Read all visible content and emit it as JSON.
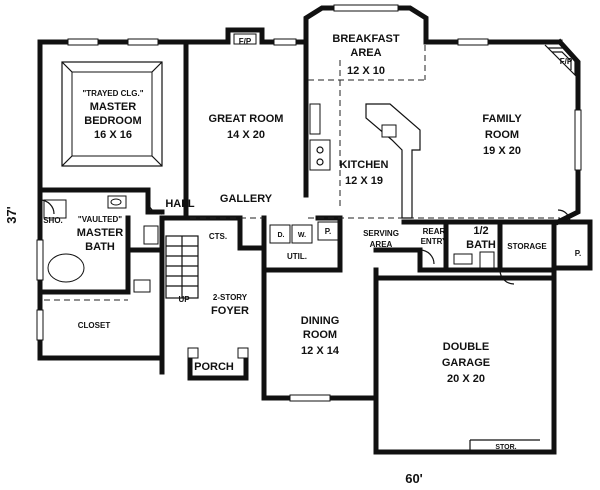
{
  "rooms": {
    "breakfast": {
      "line1": "BREAKFAST",
      "line2": "AREA",
      "dim": "12 X 10"
    },
    "fp_top": "F/P",
    "fp_family": "F/P",
    "master": {
      "note": "\"TRAYED CLG.\"",
      "line1": "MASTER",
      "line2": "BEDROOM",
      "dim": "16 X 16"
    },
    "great": {
      "line1": "GREAT ROOM",
      "dim": "14 X 20"
    },
    "family": {
      "line1": "FAMILY",
      "line2": "ROOM",
      "dim": "19 X 20"
    },
    "kitchen": {
      "line1": "KITCHEN",
      "dim": "12 X 19"
    },
    "hall": "HALL",
    "gallery": "GALLERY",
    "sho": "SHO.",
    "master_bath": {
      "note": "\"VAULTED\"",
      "line1": "MASTER",
      "line2": "BATH"
    },
    "cts": "CTS.",
    "dw": "D.",
    "w": "W.",
    "pantry": "P.",
    "util": "UTIL.",
    "serving": {
      "line1": "SERVING",
      "line2": "AREA"
    },
    "rear_entry": {
      "line1": "REAR",
      "line2": "ENTRY"
    },
    "half_bath": {
      "line1": "1/2",
      "line2": "BATH"
    },
    "storage": "STORAGE",
    "p_side": "P.",
    "up": "UP",
    "foyer": {
      "line1": "2-STORY",
      "line2": "FOYER"
    },
    "closet": "CLOSET",
    "dining": {
      "line1": "DINING",
      "line2": "ROOM",
      "dim": "12 X 14"
    },
    "garage": {
      "line1": "DOUBLE",
      "line2": "GARAGE",
      "dim": "20 X 20"
    },
    "porch": "PORCH",
    "stor": "STOR."
  },
  "dimensions": {
    "width": "60'",
    "depth": "37'"
  }
}
